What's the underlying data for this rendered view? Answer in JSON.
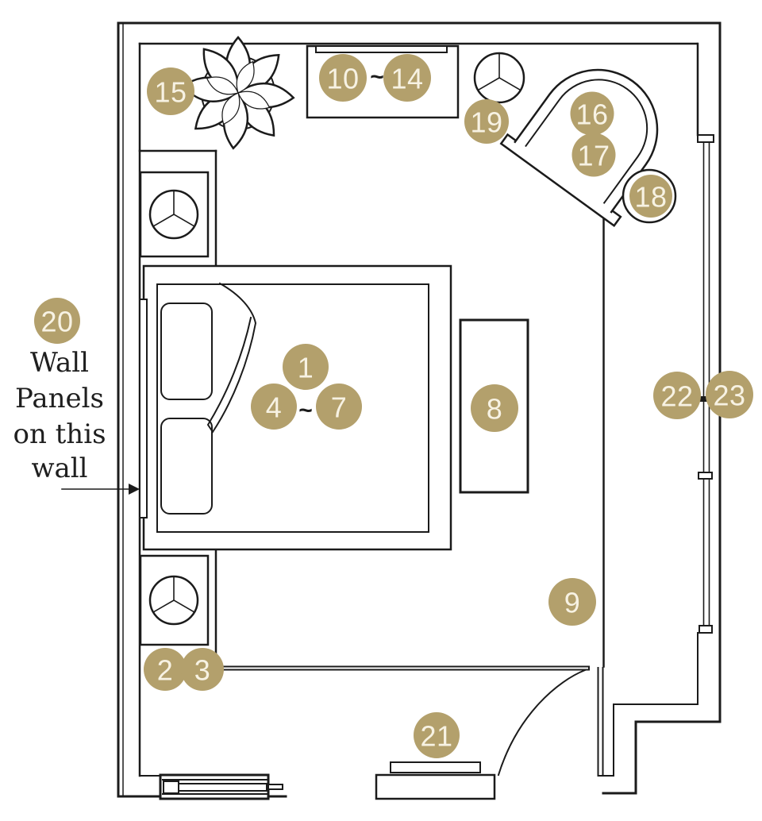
{
  "plan": {
    "type": "bedroom floor plan",
    "annotation": {
      "lines": [
        "Wall",
        "Panels",
        "on this",
        "wall"
      ]
    },
    "separator": "~",
    "markers": {
      "m1": "1",
      "m2": "2",
      "m3": "3",
      "m4": "4",
      "m7": "7",
      "m8": "8",
      "m9": "9",
      "m10": "10",
      "m14": "14",
      "m15": "15",
      "m16": "16",
      "m17": "17",
      "m18": "18",
      "m19": "19",
      "m20": "20",
      "m21": "21",
      "m22": "22",
      "m23": "23"
    },
    "colors": {
      "marker_fill": "#b3a06c",
      "marker_text": "#f7f2e3",
      "line": "#1b1b1b",
      "background": "#ffffff"
    }
  }
}
